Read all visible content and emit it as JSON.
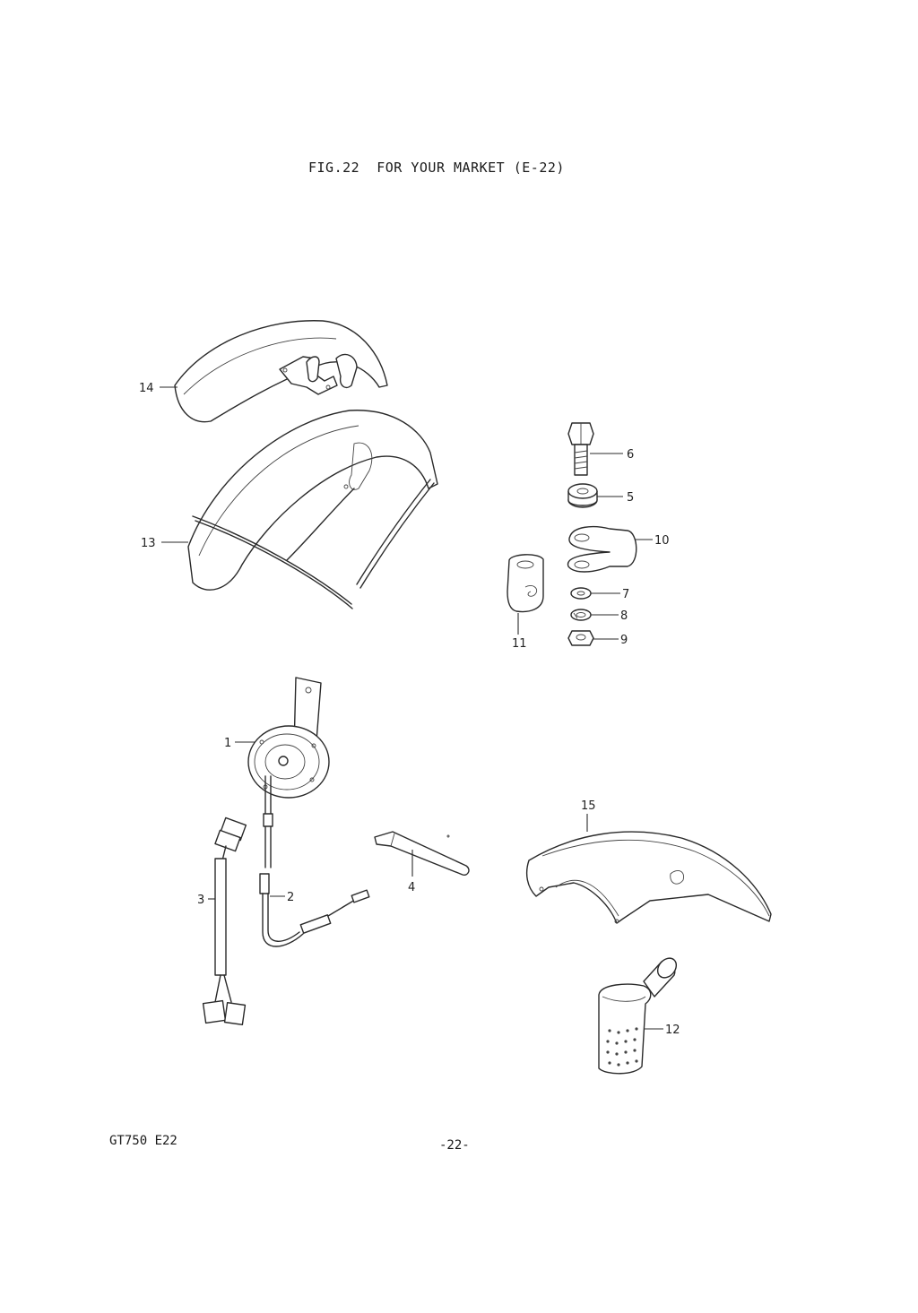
{
  "header": {
    "title": "FIG.22  FOR YOUR MARKET (E-22)"
  },
  "footer": {
    "model": "GT750 E22",
    "page": "-22-"
  },
  "callouts": {
    "c1": "1",
    "c2": "2",
    "c3": "3",
    "c4": "4",
    "c5": "5",
    "c6": "6",
    "c7": "7",
    "c8": "8",
    "c9": "9",
    "c10": "10",
    "c11": "11",
    "c12": "12",
    "c13": "13",
    "c14": "14",
    "c15": "15"
  }
}
